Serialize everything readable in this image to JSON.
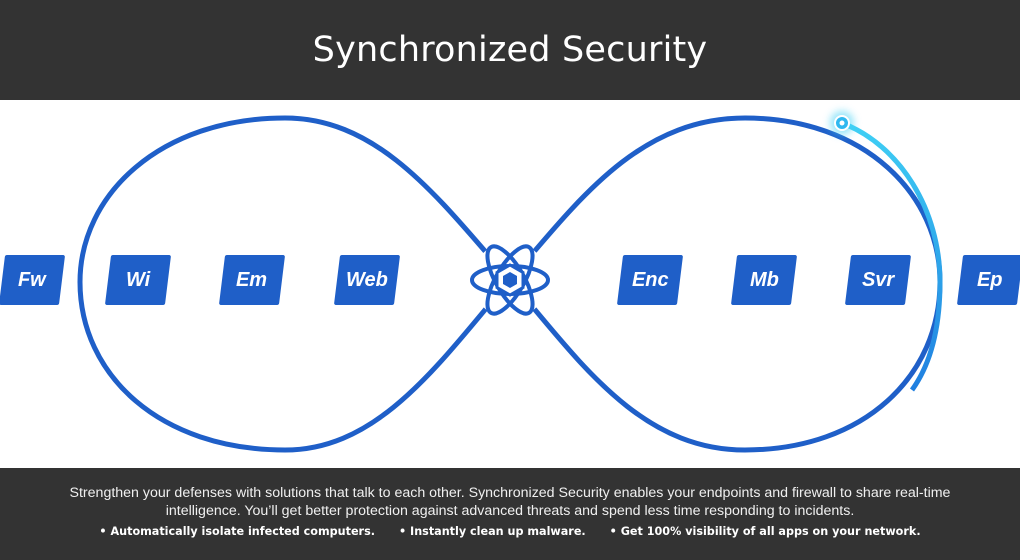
{
  "header": {
    "title": "Synchronized Security"
  },
  "diagram": {
    "tiles": [
      {
        "label": "Fw"
      },
      {
        "label": "Wi"
      },
      {
        "label": "Em"
      },
      {
        "label": "Web"
      },
      {
        "label": "Enc"
      },
      {
        "label": "Mb"
      },
      {
        "label": "Svr"
      },
      {
        "label": "Ep"
      }
    ],
    "colors": {
      "loop": "#1f5fc8",
      "tile": "#1f5fc8",
      "glow": "#3fd0f5",
      "band": "#333333"
    },
    "center_icon": "atom-shield-icon"
  },
  "footer": {
    "description": "Strengthen your defenses with solutions that talk to each other. Synchronized Security enables your endpoints and firewall to share real-time intelligence. You’ll get better protection against advanced threats and spend less time responding to incidents.",
    "bullets": [
      "• Automatically isolate infected computers.",
      "• Instantly clean up malware.",
      "• Get 100% visibility of all apps on your network."
    ]
  }
}
